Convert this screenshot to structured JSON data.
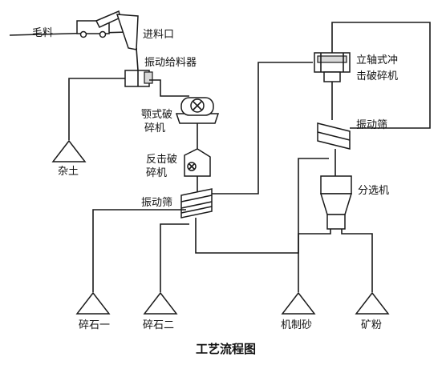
{
  "labels": {
    "raw_material": "毛料",
    "feed_inlet": "进料口",
    "vibrating_feeder": "振动给料器",
    "jaw_crusher_1": "颚式破",
    "jaw_crusher_2": "碎机",
    "impact_crusher_1": "反击破",
    "impact_crusher_2": "碎机",
    "vibrating_screen_1": "振动筛",
    "vsi_crusher_1": "立轴式冲",
    "vsi_crusher_2": "击破碎机",
    "vibrating_screen_2": "振动筛",
    "separator": "分选机",
    "soil": "杂土",
    "gravel_1": "碎石一",
    "gravel_2": "碎石二",
    "machine_sand": "机制砂",
    "mineral_powder": "矿粉"
  },
  "caption": "工艺流程图"
}
